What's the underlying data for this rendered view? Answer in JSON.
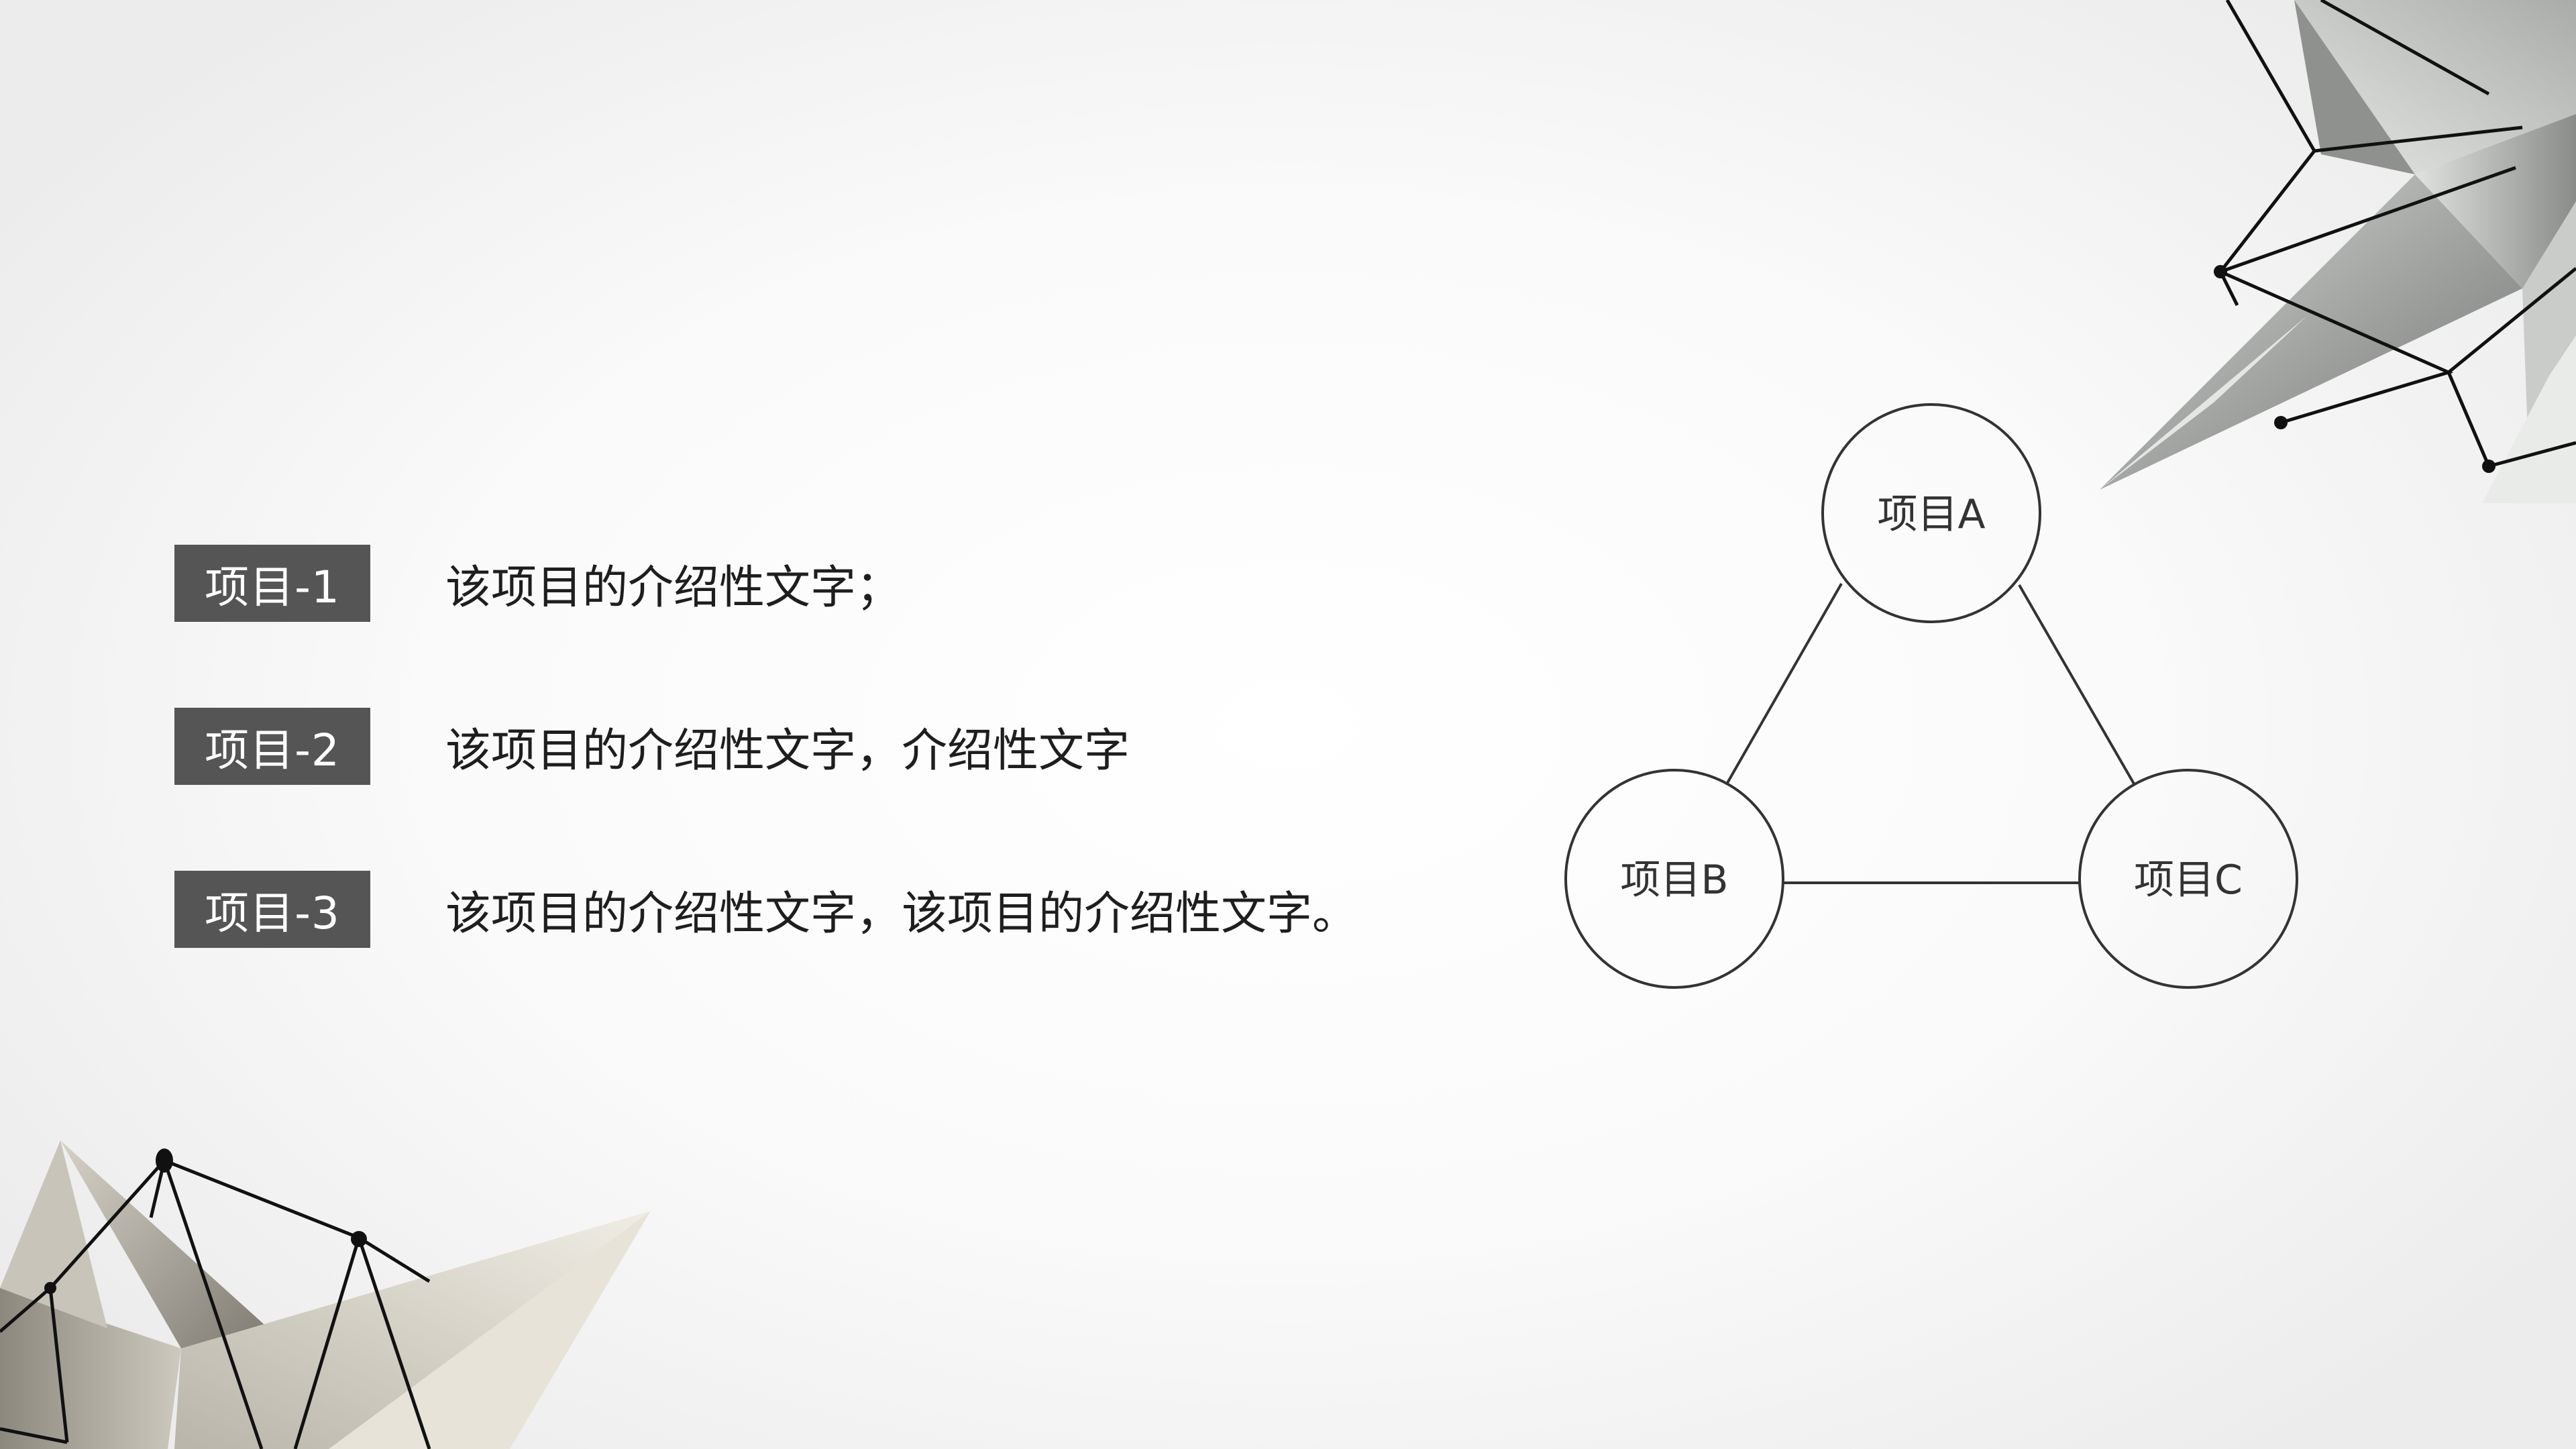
{
  "items": [
    {
      "badge": "项目-1",
      "text": "该项目的介绍性文字；"
    },
    {
      "badge": "项目-2",
      "text": "该项目的介绍性文字，介绍性文字"
    },
    {
      "badge": "项目-3",
      "text": "该项目的介绍性文字，该项目的介绍性文字。"
    }
  ],
  "diagram": {
    "nodes": [
      {
        "id": "A",
        "label": "项目A"
      },
      {
        "id": "B",
        "label": "项目B"
      },
      {
        "id": "C",
        "label": "项目C"
      }
    ],
    "edges": [
      [
        "A",
        "B"
      ],
      [
        "A",
        "C"
      ],
      [
        "B",
        "C"
      ]
    ]
  },
  "colors": {
    "badge_background": "#555555",
    "badge_text": "#ffffff",
    "body_text": "#1e1e1e",
    "diagram_stroke": "#333333"
  }
}
